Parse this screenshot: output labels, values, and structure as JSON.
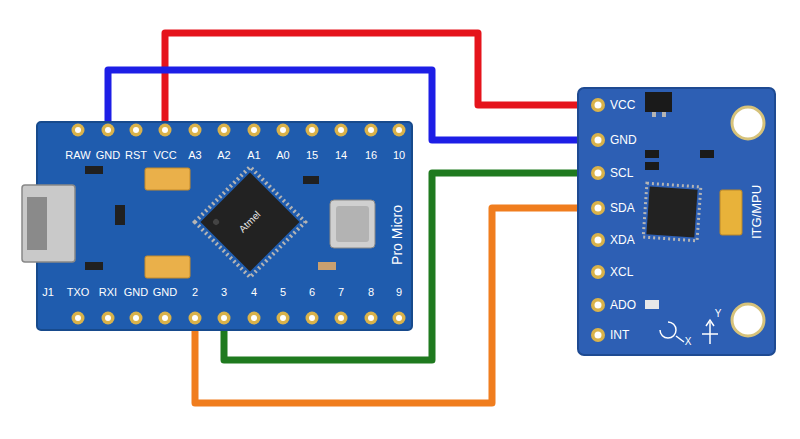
{
  "diagram": {
    "nodes": [
      {
        "text": [
          "RAW",
          "GND",
          "RST",
          "VCC",
          "A3",
          "A2",
          "A1",
          "A0",
          "15",
          "14",
          "16",
          "10",
          "J1",
          "TXO",
          "RXI",
          "GND",
          "GND",
          "2",
          "3",
          "4",
          "5",
          "6",
          "7",
          "8",
          "9",
          "Atmel",
          "Pro Micro"
        ]
      },
      {
        "text": [
          "VCC",
          "GND",
          "SCL",
          "SDA",
          "XDA",
          "XCL",
          "ADO",
          "INT",
          "ITG/MPU",
          "X",
          "Y"
        ]
      }
    ],
    "edges": [
      {
        "from": 0,
        "to": 1,
        "arrow": "none"
      },
      {
        "from": 0,
        "to": 1,
        "arrow": "none"
      },
      {
        "from": 0,
        "to": 1,
        "arrow": "none"
      },
      {
        "from": 0,
        "to": 1,
        "arrow": "none"
      }
    ]
  }
}
